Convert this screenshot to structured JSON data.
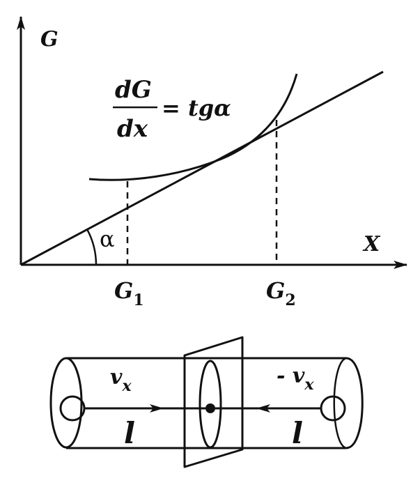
{
  "graph": {
    "y_axis_label": "G",
    "x_axis_label": "X",
    "formula": {
      "numerator": "dG",
      "denominator": "dx",
      "rhs": "= tg",
      "rhs_greek": "α"
    },
    "angle_label": "α",
    "tick_1": {
      "main": "G",
      "sub": "1"
    },
    "tick_2": {
      "main": "G",
      "sub": "2"
    }
  },
  "cylinder": {
    "left_velocity_label": "v",
    "left_velocity_sub": "x",
    "right_velocity_label": "- v",
    "right_velocity_sub": "x",
    "left_length_label": "l",
    "right_length_label": "l"
  },
  "colors": {
    "ink": "#111111",
    "background": "#ffffff"
  }
}
